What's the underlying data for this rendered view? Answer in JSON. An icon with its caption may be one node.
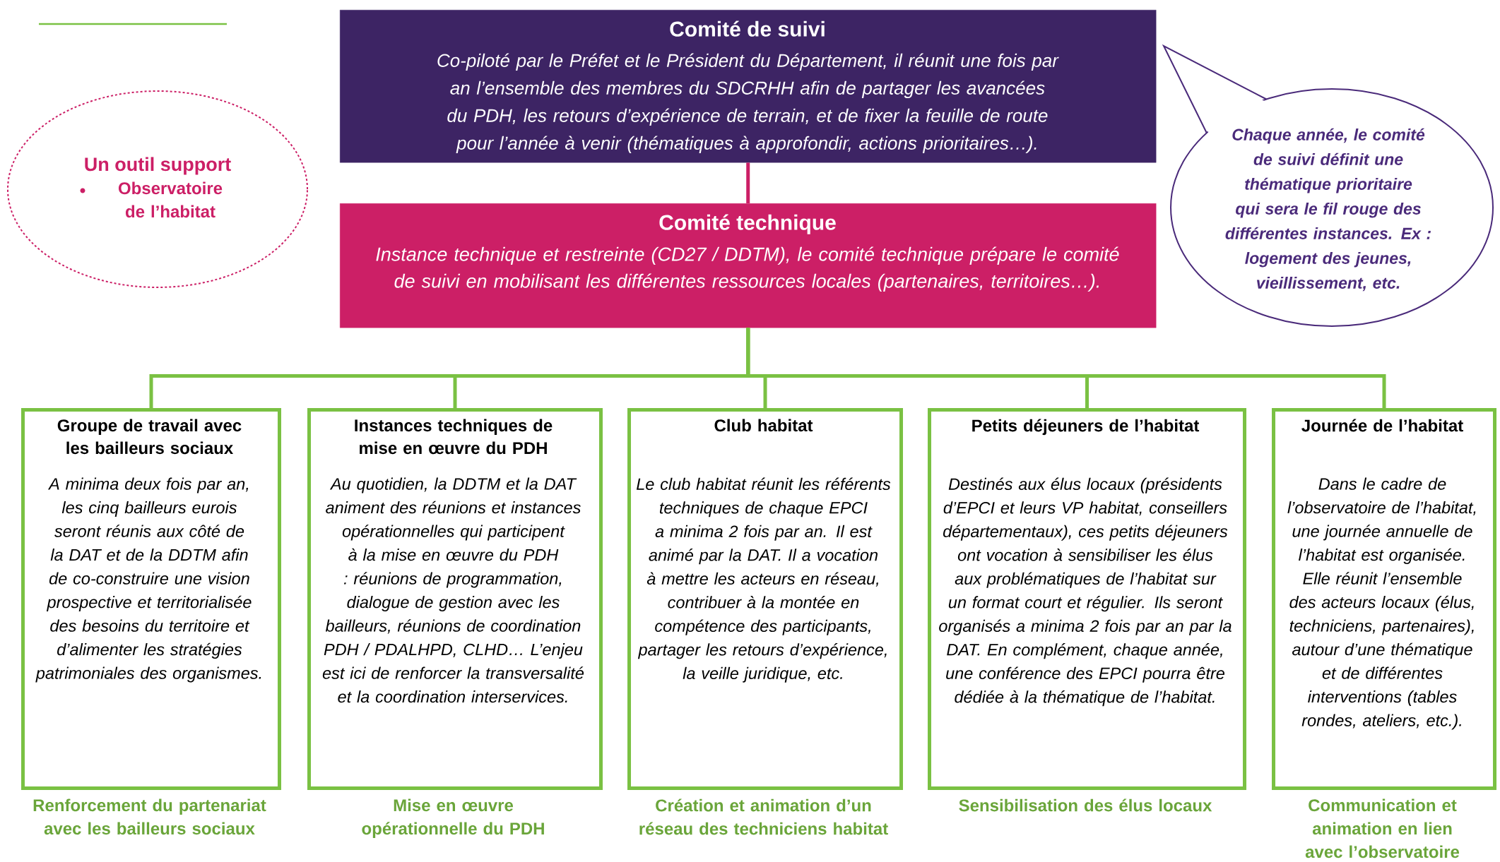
{
  "diagram": {
    "nodes": [
      {
        "text": [
          "Comité de suivi",
          "Co-piloté par le Préfet et le Président du Département, il réunit une fois par an l’ensemble des membres du SDCRHH afin de partager les avancées du PDH, les retours d’expérience de terrain, et de fixer la feuille de route pour l’année à venir (thématiques à approfondir, actions prioritaires…)."
        ]
      },
      {
        "text": [
          "Comité technique",
          "Instance technique et restreinte (CD27 / DDTM), le comité technique prépare le comité de suivi en mobilisant les différentes ressources locales (partenaires, territoires…)."
        ]
      },
      {
        "text": [
          "Un outil support",
          "Observatoire de l’habitat"
        ]
      },
      {
        "text": [
          "Chaque année, le comité de suivi définit une thématique prioritaire qui sera le fil rouge des différentes instances. Ex : logement des jeunes, vieillissement, etc."
        ]
      },
      {
        "text": [
          "Groupe de travail avec les bailleurs sociaux",
          "A minima deux fois par an, les cinq bailleurs eurois seront réunis aux côté de la DAT et de la DDTM afin de co-construire une vision prospective et territorialisée des besoins du territoire et d’alimenter les stratégies patrimoniales des organismes."
        ],
        "beside": [
          "Renforcement du partenariat avec les bailleurs sociaux"
        ]
      },
      {
        "text": [
          "Instances techniques de mise en œuvre du PDH",
          "Au quotidien, la DDTM et la DAT animent des réunions et instances opérationnelles qui participent à la mise en œuvre du PDH : réunions de programmation, dialogue de gestion avec les bailleurs, réunions de coordination PDH / PDALHPD, CLHD… L’enjeu est ici de renforcer la transversalité et la coordination interservices."
        ],
        "beside": [
          "Mise en œuvre opérationnelle du PDH"
        ]
      },
      {
        "text": [
          "Club habitat",
          "Le club habitat réunit les référents techniques de chaque EPCI a minima 2 fois par an. Il est animé par la DAT. Il a vocation à mettre les acteurs en réseau, contribuer à la montée en compétence des participants, partager les retours d’expérience, la veille juridique, etc."
        ],
        "beside": [
          "Création et animation d’un réseau des techniciens habitat"
        ]
      },
      {
        "text": [
          "Petits déjeuners de l’habitat",
          "Destinés aux élus locaux (présidents d’EPCI et leurs VP habitat, conseillers départementaux), ces petits déjeuners ont vocation à sensibiliser les élus aux problématiques de l’habitat sur un format court et régulier. Ils seront organisés a minima 2 fois par an par la DAT. En complément, chaque année, une conférence des EPCI pourra être dédiée à la thématique de l’habitat."
        ],
        "beside": [
          "Sensibilisation des élus locaux"
        ]
      },
      {
        "text": [
          "Journée de l’habitat",
          "Dans le cadre de l’observatoire de l’habitat, une journée annuelle de l’habitat est organisée. Elle réunit l’ensemble des acteurs locaux (élus, techniciens, partenaires), autour d’une thématique et de différentes interventions (tables rondes, ateliers, etc.)."
        ],
        "beside": [
          "Communication et animation en lien avec l’observatoire"
        ]
      }
    ],
    "edges": [
      {
        "from": 0,
        "to": 1,
        "arrow": "none",
        "color": "#cc1f66"
      },
      {
        "from": 1,
        "to": 4,
        "arrow": "none"
      },
      {
        "from": 1,
        "to": 5,
        "arrow": "none"
      },
      {
        "from": 1,
        "to": 6,
        "arrow": "none"
      },
      {
        "from": 1,
        "to": 7,
        "arrow": "none"
      },
      {
        "from": 1,
        "to": 8,
        "arrow": "none"
      }
    ]
  }
}
